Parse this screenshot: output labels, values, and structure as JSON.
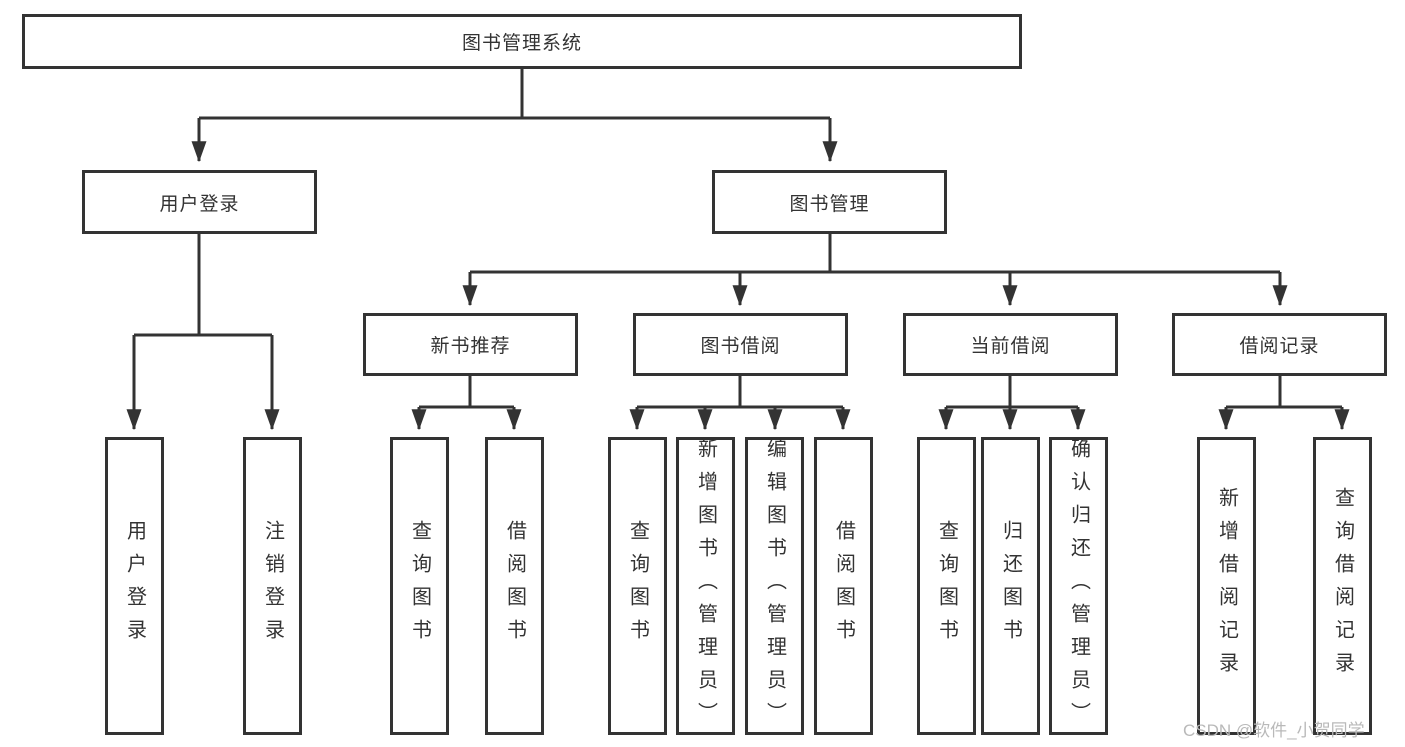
{
  "tree": {
    "root": {
      "label": "图书管理系统",
      "children": [
        {
          "label": "用户登录",
          "children": [
            {
              "label": "用户登录"
            },
            {
              "label": "注销登录"
            }
          ]
        },
        {
          "label": "图书管理",
          "children": [
            {
              "label": "新书推荐",
              "children": [
                {
                  "label": "查询图书"
                },
                {
                  "label": "借阅图书"
                }
              ]
            },
            {
              "label": "图书借阅",
              "children": [
                {
                  "label": "查询图书"
                },
                {
                  "label": "新增图书（管理员）"
                },
                {
                  "label": "编辑图书（管理员）"
                },
                {
                  "label": "借阅图书"
                }
              ]
            },
            {
              "label": "当前借阅",
              "children": [
                {
                  "label": "查询图书"
                },
                {
                  "label": "归还图书"
                },
                {
                  "label": "确认归还（管理员）"
                }
              ]
            },
            {
              "label": "借阅记录",
              "children": [
                {
                  "label": "新增借阅记录"
                },
                {
                  "label": "查询借阅记录"
                }
              ]
            }
          ]
        }
      ]
    }
  },
  "watermark": {
    "text": "CSDN @软件_小贺同学"
  },
  "colors": {
    "line": "#333333",
    "box_border": "#333333",
    "text": "#333333",
    "watermark": "#b9b9b9",
    "background": "#ffffff"
  }
}
